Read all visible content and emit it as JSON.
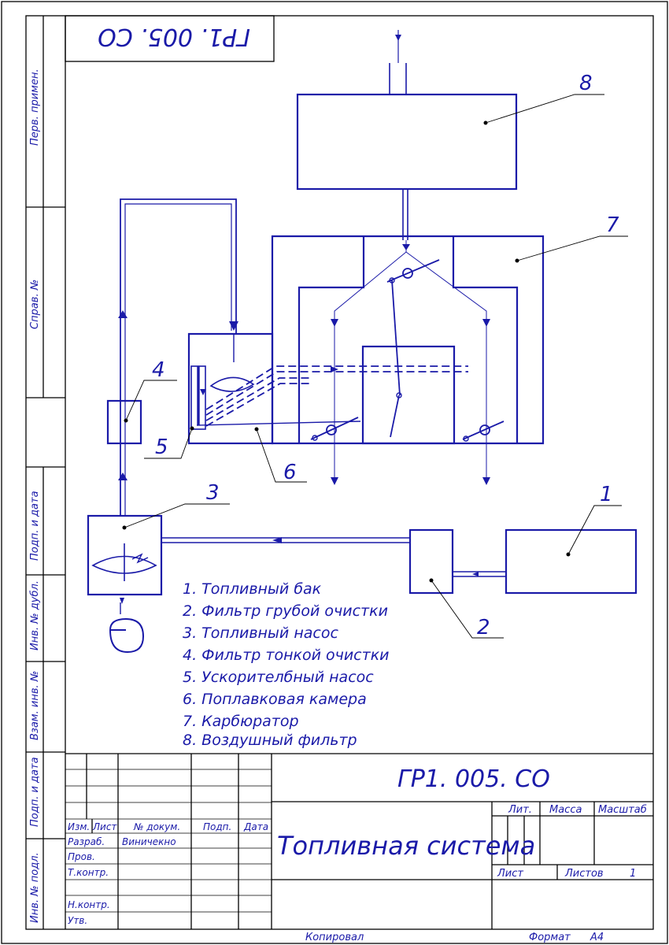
{
  "stamp": {
    "code": "ГР1. 005. СО",
    "top_code_rotated": "ГР1. 005. СО",
    "title": "Топливная система",
    "lit_label": "Лит.",
    "massa_label": "Масса",
    "masshtab_label": "Масштаб",
    "list_label": "Лист",
    "listov_label": "Листов",
    "listov_value": "1",
    "col_izm": "Изм.",
    "col_list": "Лист",
    "col_doc": "№ докум.",
    "col_podp": "Подп.",
    "col_data": "Дата",
    "row_razrab": "Разраб.",
    "razrab_name": "Виничекно",
    "row_prov": "Пров.",
    "row_tkontr": "Т.контр.",
    "row_nkontr": "Н.контр.",
    "row_utv": "Утв.",
    "kopiroval": "Копировал",
    "format_label": "Формат",
    "format_value": "А4"
  },
  "side_stamp": {
    "perv_primen": "Перв. примен.",
    "sprav_no": "Справ. №",
    "podp_data_1": "Подп. и дата",
    "inv_dubl": "Инв. № дубл.",
    "vzam_inv": "Взам. инв. №",
    "podp_data_2": "Подп. и дата",
    "inv_podl": "Инв. № подл."
  },
  "callouts": [
    "1",
    "2",
    "3",
    "4",
    "5",
    "6",
    "7",
    "8"
  ],
  "legend": [
    "1. Топливный бак",
    "2. Фильтр грубой очистки",
    "3. Топливный насос",
    "4. Фильтр тонкой очистки",
    "5. Ускорителбный насос",
    "6. Поплавковая камера",
    "7. Карбюратор",
    "8. Воздушный фильтр"
  ],
  "colors": {
    "ink": "#1a1aa8",
    "border": "#000000",
    "paper": "#ffffff"
  }
}
